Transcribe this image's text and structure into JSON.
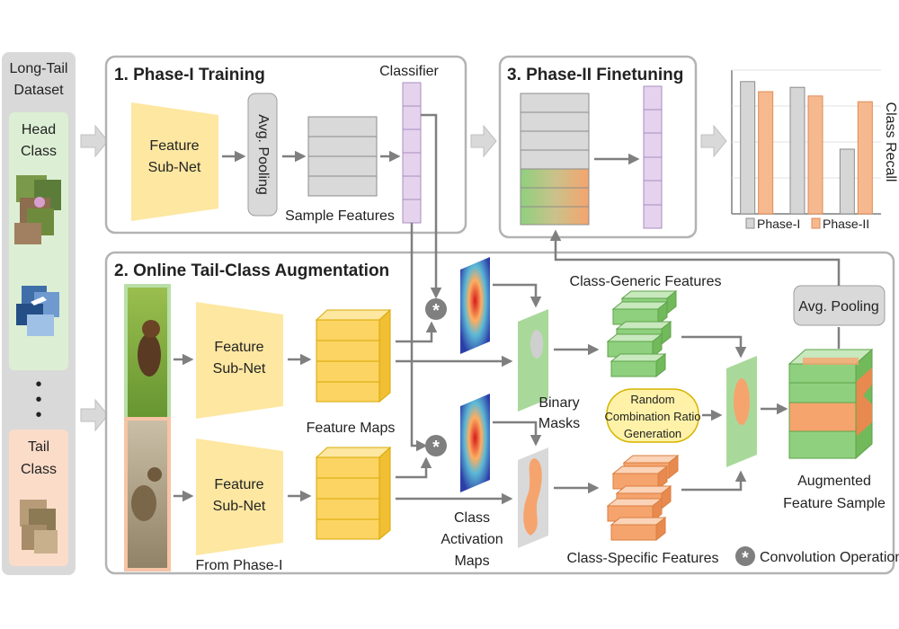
{
  "left_panel": {
    "title_line1": "Long-Tail",
    "title_line2": "Dataset",
    "head_line1": "Head",
    "head_line2": "Class",
    "ellipsis": "•",
    "tail_line1": "Tail",
    "tail_line2": "Class"
  },
  "phase1": {
    "title": "1. Phase-I Training",
    "feature_subnet_line1": "Feature",
    "feature_subnet_line2": "Sub-Net",
    "avg_pooling": "Avg. Pooling",
    "sample_features": "Sample Features",
    "classifier": "Classifier"
  },
  "phase2": {
    "title": "3. Phase-II Finetuning"
  },
  "recall_chart": {
    "ylabel": "Class Recall",
    "legend_phase1": "Phase-I",
    "legend_phase2": "Phase-II"
  },
  "chart_data": {
    "type": "bar",
    "categories": [
      "",
      "",
      ""
    ],
    "series": [
      {
        "name": "Phase-I",
        "values": [
          0.92,
          0.88,
          0.45
        ],
        "color": "#d6d6d6"
      },
      {
        "name": "Phase-II",
        "values": [
          0.85,
          0.82,
          0.78
        ],
        "color": "#f6b98f"
      }
    ],
    "ylabel": "Class Recall",
    "ylim": [
      0,
      1
    ],
    "grid": true,
    "legend": "bottom"
  },
  "augmentation": {
    "title": "2. Online Tail-Class Augmentation",
    "feature_subnet_line1": "Feature",
    "feature_subnet_line2": "Sub-Net",
    "feature_maps": "Feature Maps",
    "from_phase1": "From Phase-I",
    "class_generic": "Class-Generic Features",
    "class_specific": "Class-Specific Features",
    "binary_masks_line1": "Binary",
    "binary_masks_line2": "Masks",
    "cam_line1": "Class",
    "cam_line2": "Activation",
    "cam_line3": "Maps",
    "random_line1": "Random",
    "random_line2": "Combination Ratio",
    "random_line3": "Generation",
    "avg_pooling": "Avg. Pooling",
    "augmented_line1": "Augmented",
    "augmented_line2": "Feature Sample",
    "convolution_symbol": "*",
    "convolution_legend": "Convolution Operation"
  },
  "colors": {
    "panel_border": "#b3b3b3",
    "left_panel_bg": "#d9d9d9",
    "head_bg": "#dcefd4",
    "tail_bg": "#fbdcc9",
    "subnet_yellow": "#fde7a1",
    "cube_yellow": "#fcd463",
    "classifier_purple": "#e5d3ee",
    "green": "#8fd07e",
    "orange": "#f6a46e",
    "gray_block": "#d9d9d9",
    "arrow": "#7f7f7f"
  }
}
